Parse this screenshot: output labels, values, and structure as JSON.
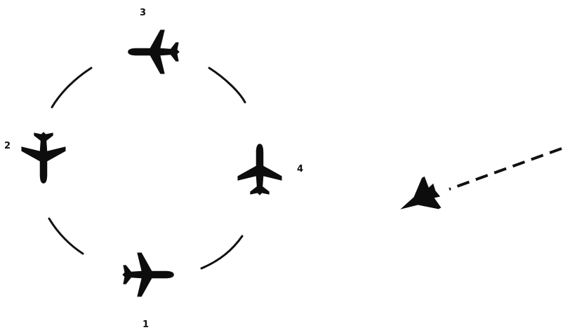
{
  "diagram": {
    "formation_labels": [
      "1",
      "2",
      "3",
      "4"
    ]
  },
  "colors": {
    "ink": "#111111",
    "background": "#ffffff"
  }
}
